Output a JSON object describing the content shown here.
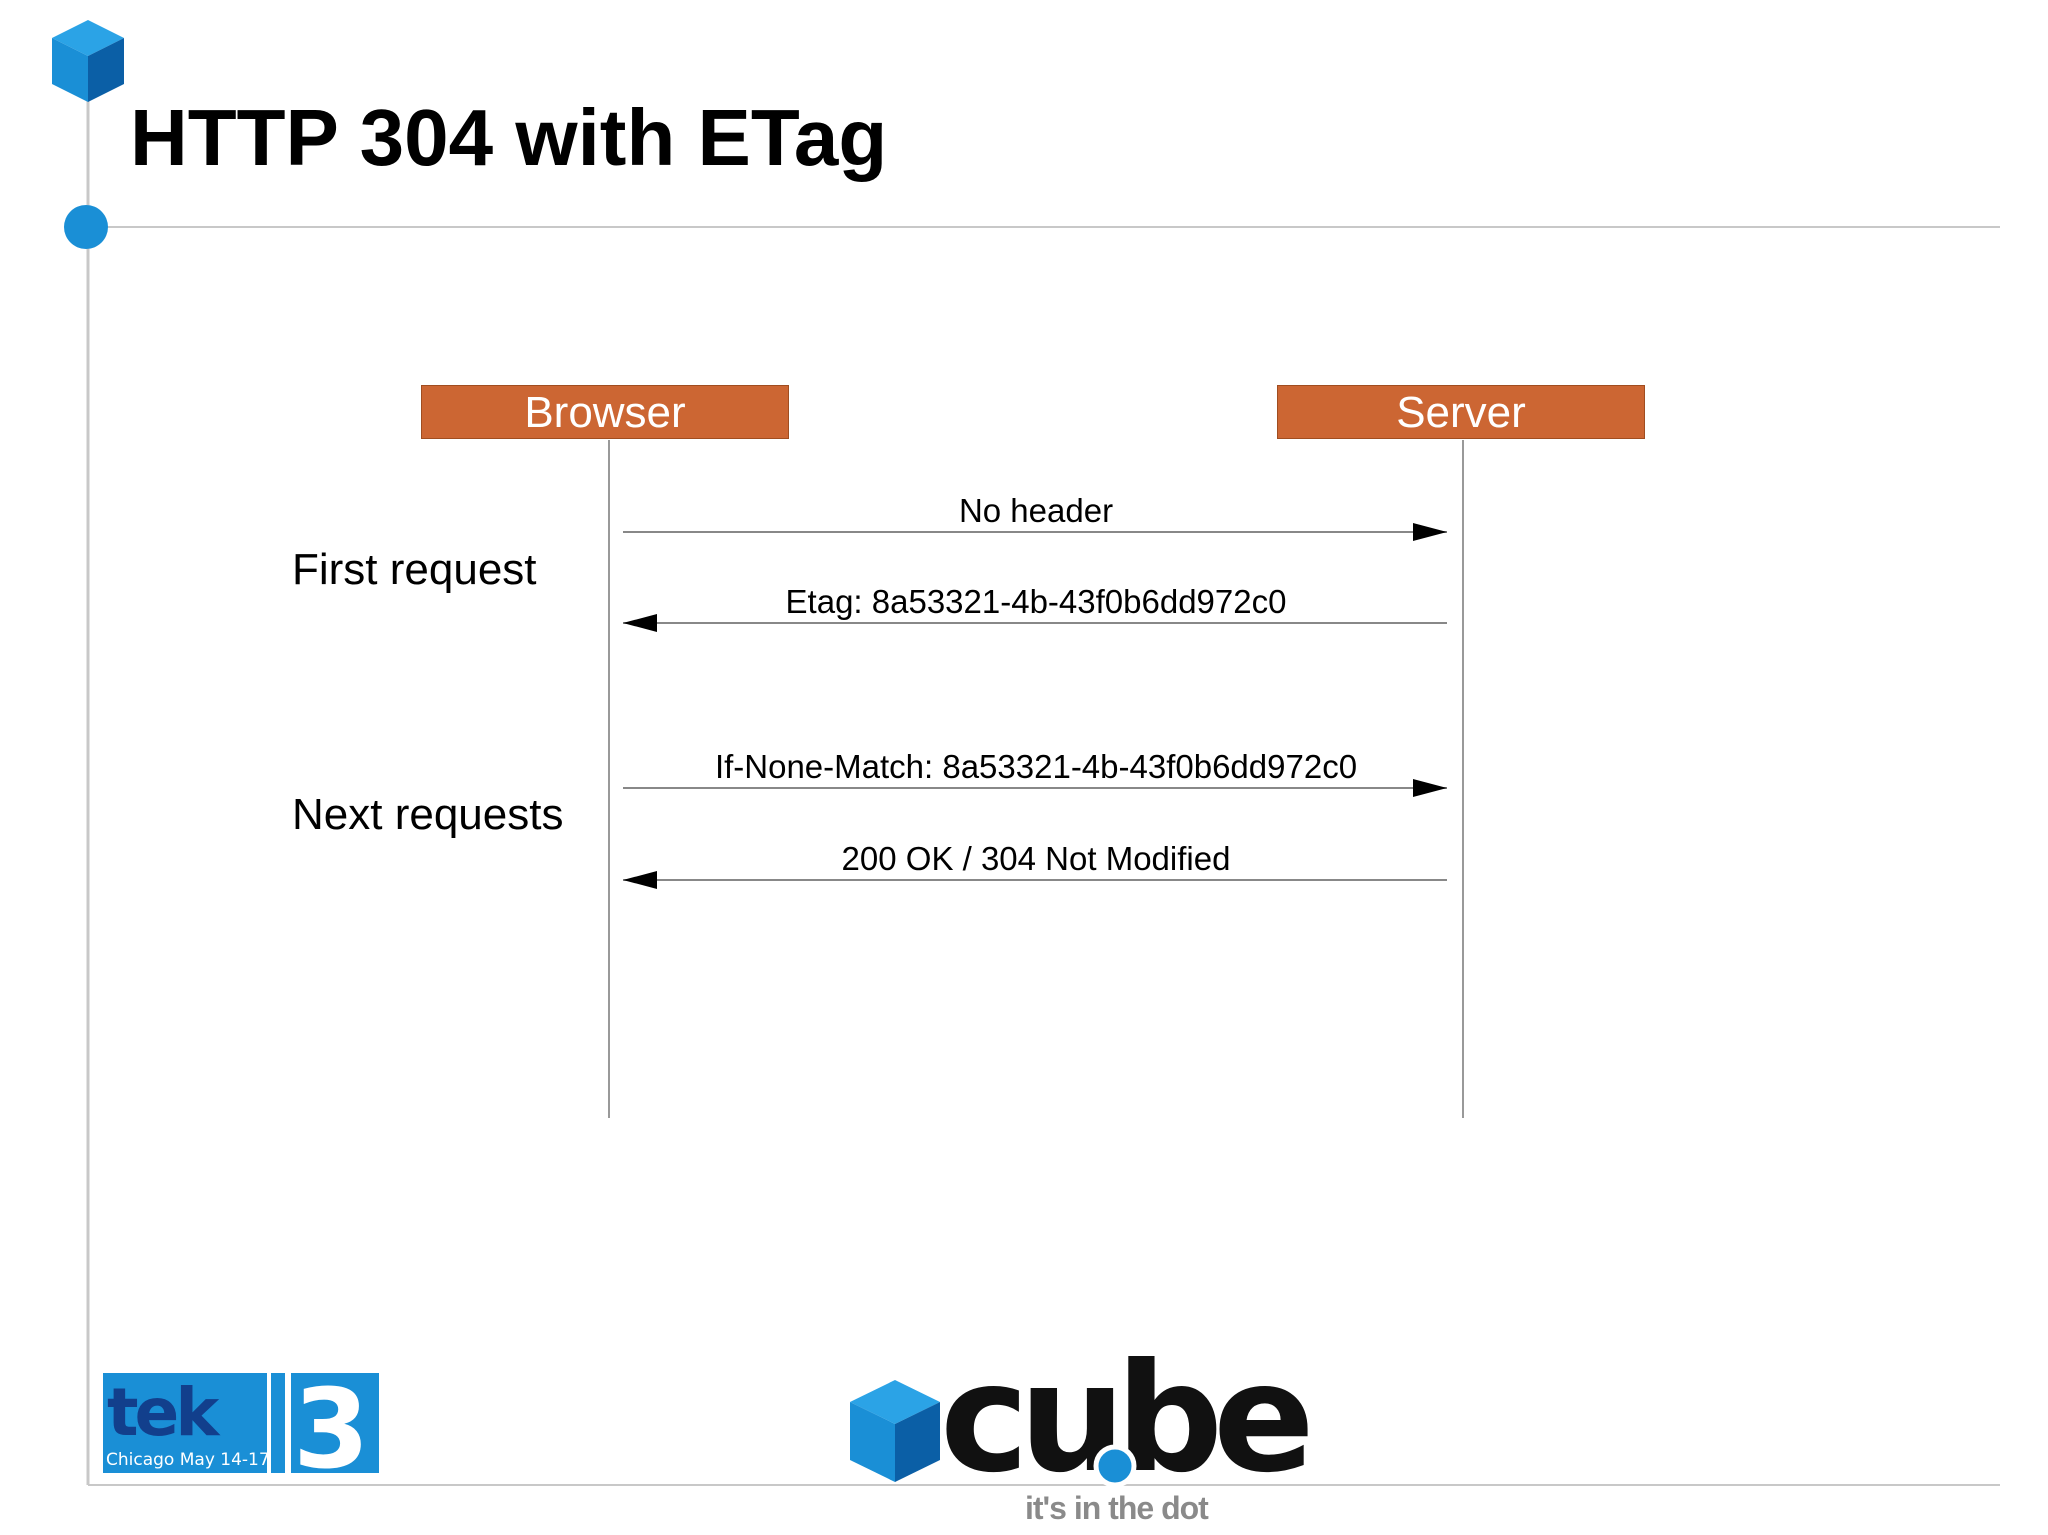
{
  "slide": {
    "title": "HTTP 304 with ETag",
    "accent_color": "#1a8fd6",
    "rule_color": "#c8c8c8"
  },
  "diagram": {
    "lanes": [
      {
        "label": "Browser",
        "color": "#cc6633"
      },
      {
        "label": "Server",
        "color": "#cc6633"
      }
    ],
    "phases": [
      {
        "label": "First request"
      },
      {
        "label": "Next requests"
      }
    ],
    "messages": [
      {
        "label": "No header",
        "direction": "browser-to-server"
      },
      {
        "label": "Etag: 8a53321-4b-43f0b6dd972c0",
        "direction": "server-to-browser"
      },
      {
        "label": "If-None-Match: 8a53321-4b-43f0b6dd972c0",
        "direction": "browser-to-server"
      },
      {
        "label": "200 OK / 304 Not Modified",
        "direction": "server-to-browser"
      }
    ]
  },
  "footer": {
    "event_logo_text": "tek",
    "event_logo_number": "13",
    "event_logo_subtitle": "Chicago May 14-17",
    "brand_logo_text": "cube",
    "brand_tagline": "it's in the dot",
    "event_logo_color": "#1a8fd6",
    "brand_text_color": "#111111"
  }
}
